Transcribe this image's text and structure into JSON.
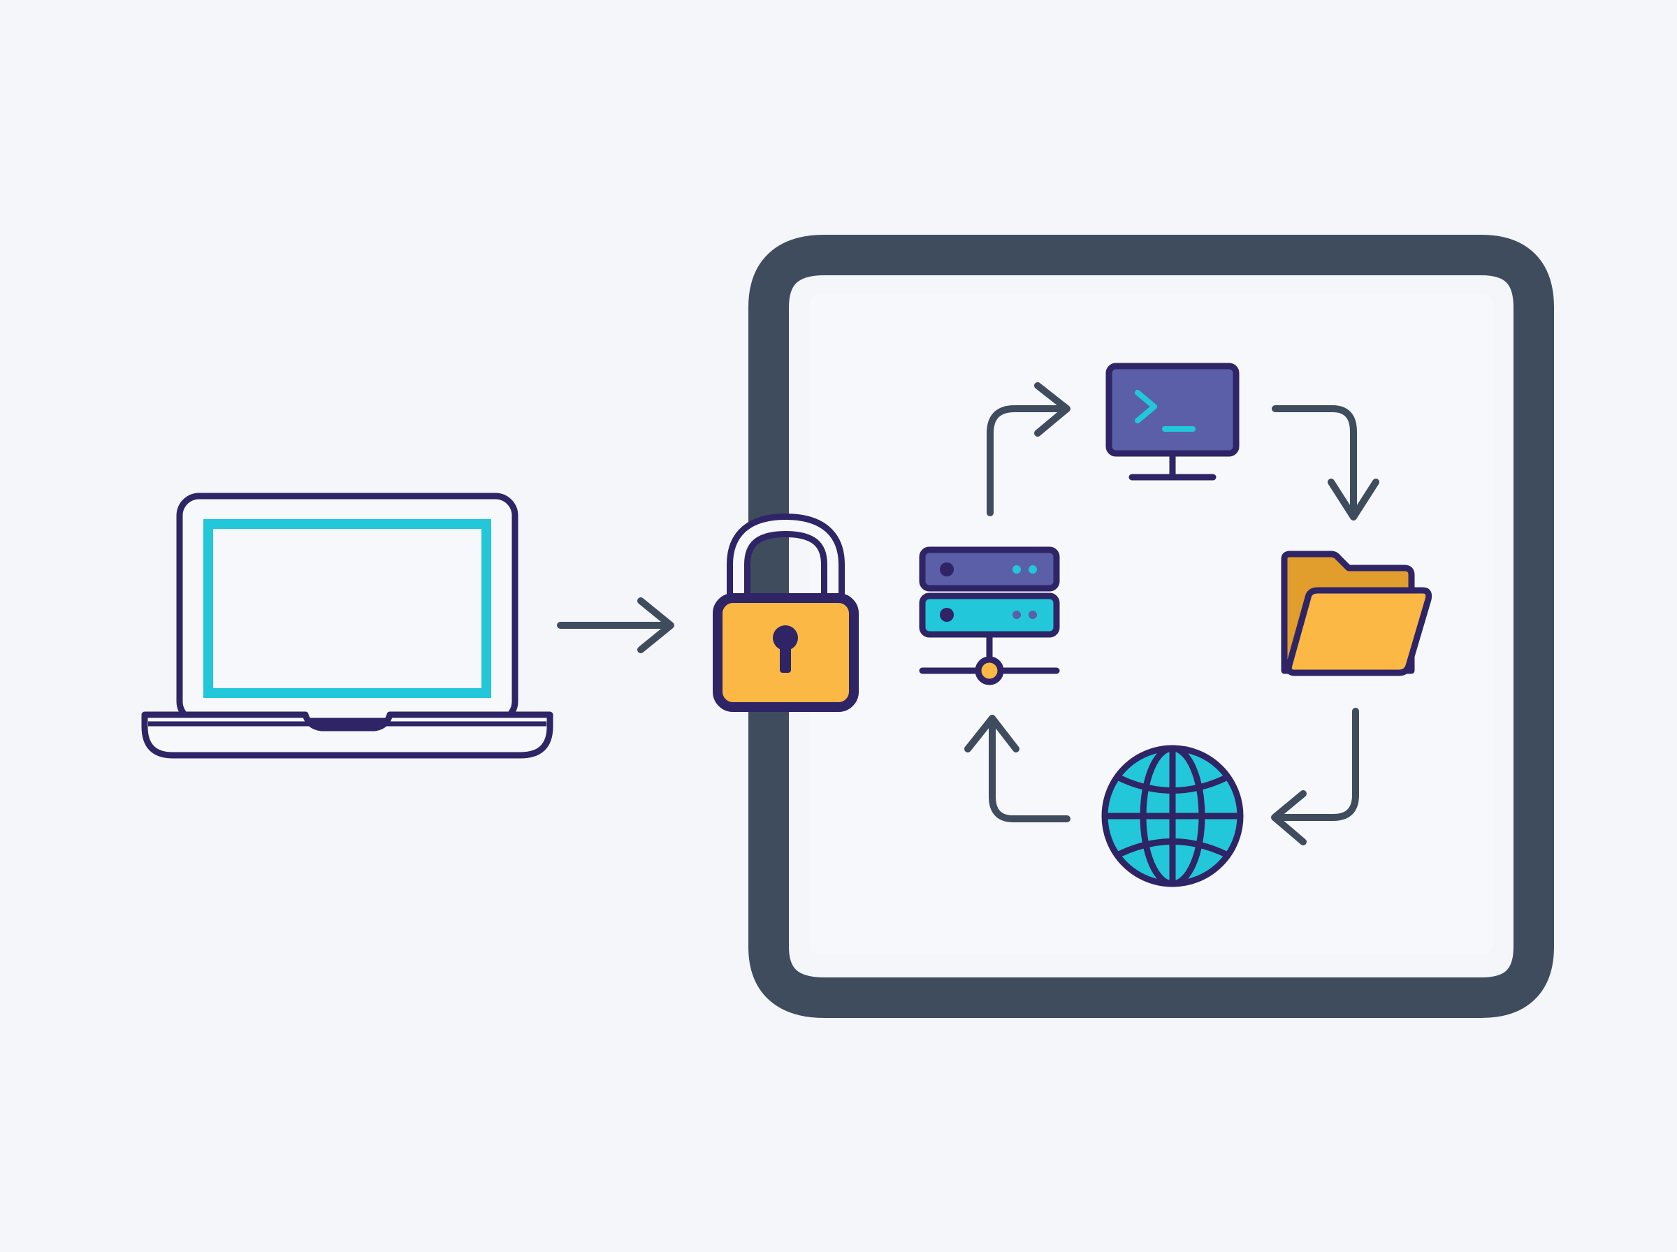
{
  "diagram": {
    "nodes": [
      {
        "id": "laptop",
        "icon": "laptop-icon"
      },
      {
        "id": "lock",
        "icon": "padlock-icon"
      },
      {
        "id": "server",
        "icon": "server-rack-icon"
      },
      {
        "id": "terminal",
        "icon": "terminal-monitor-icon"
      },
      {
        "id": "folder",
        "icon": "open-folder-icon"
      },
      {
        "id": "globe",
        "icon": "globe-icon"
      }
    ],
    "edges": [
      {
        "from": "laptop",
        "to": "lock"
      },
      {
        "from": "server",
        "to": "terminal"
      },
      {
        "from": "terminal",
        "to": "folder"
      },
      {
        "from": "folder",
        "to": "globe"
      },
      {
        "from": "globe",
        "to": "server"
      }
    ]
  },
  "colors": {
    "background": "#f4f6fa",
    "frame": "#3f4c5e",
    "outline": "#2e2466",
    "cyan": "#22c7d9",
    "purple": "#5a5fa8",
    "amber": "#fbb845",
    "amber_dark": "#e19e2c",
    "arrow": "#3f4c5e"
  }
}
